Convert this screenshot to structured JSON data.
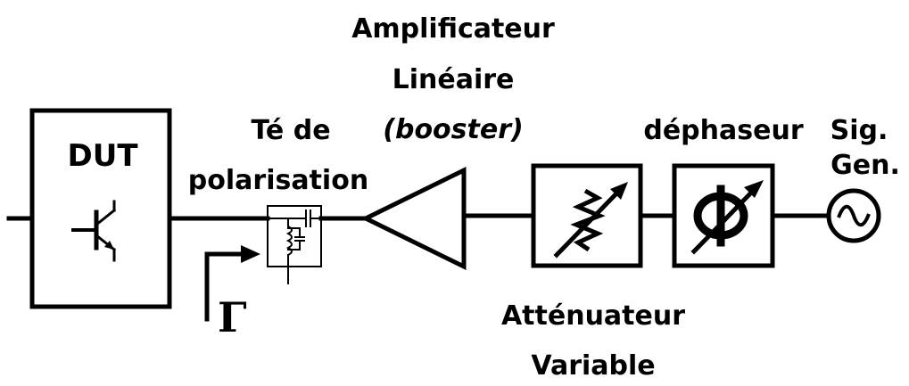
{
  "labels": {
    "dut": "DUT",
    "bias_tee_line1": "Té de",
    "bias_tee_line2": "polarisation",
    "amp_line1": "Amplificateur",
    "amp_line2": "Linéaire",
    "amp_line3": "(booster)",
    "attenuator_line1": "Atténuateur",
    "attenuator_line2": "Variable",
    "phase_shifter": "déphaseur",
    "phi_symbol": "ϕ",
    "gen_line1": "Sig.",
    "gen_line2": "Gen.",
    "gamma": "Γ"
  },
  "icons": [
    "transistor-icon",
    "bias-tee-icon",
    "amplifier-triangle-icon",
    "variable-resistor-icon",
    "phi-icon",
    "sine-source-icon",
    "arrow-icon"
  ]
}
